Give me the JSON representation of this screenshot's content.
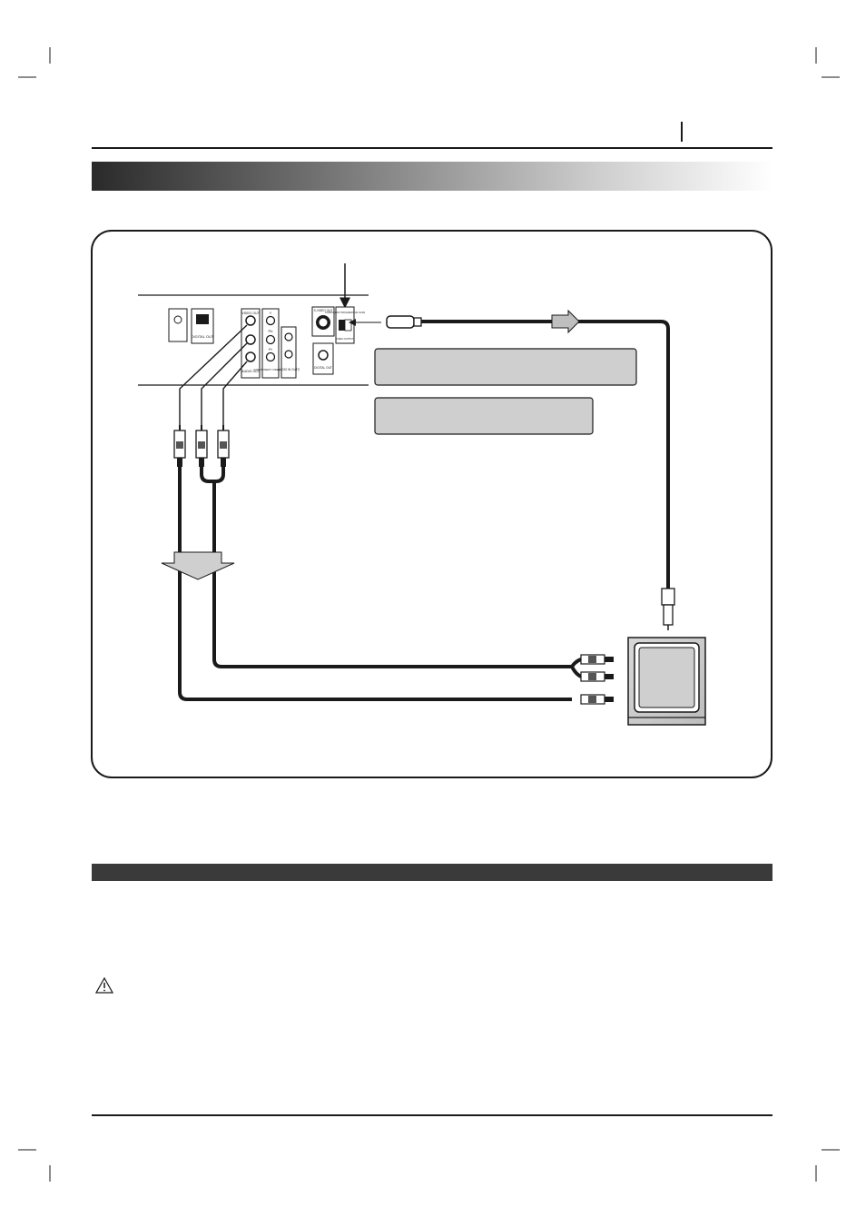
{
  "page": {
    "background_color": "#ffffff",
    "ink_color": "#1a1a1a",
    "rule_color": "#1a1a1a",
    "gradient_bar": {
      "from": "#2a2a2a",
      "to": "#ffffff"
    },
    "section_bar_color": "#3a3a3a"
  },
  "device_panel": {
    "digital_out_label": "DIGITAL OUT",
    "video_out_label": "VIDEO OUT",
    "audio_out_label": "AUDIO OUT",
    "component_labels": [
      "Y",
      "Pb",
      "Pr"
    ],
    "component_out_label": "COMPONENT VIDEO OUT",
    "audio_in_label": "AUDIO IN OUTS",
    "s_video_label": "S-VIDEO OUT",
    "switch_top_label": "COMPONENT PROGRESSIVE SCAN",
    "switch_bottom_label": "VIDEO OUTPUT",
    "coaxial_label": "DIGITAL OUT"
  },
  "icons": {
    "warning": "warning-triangle-icon",
    "flow_arrow_right": "arrow-right-icon",
    "flow_arrow_down": "arrow-down-icon",
    "pointer": "arrow-pointer-icon"
  }
}
